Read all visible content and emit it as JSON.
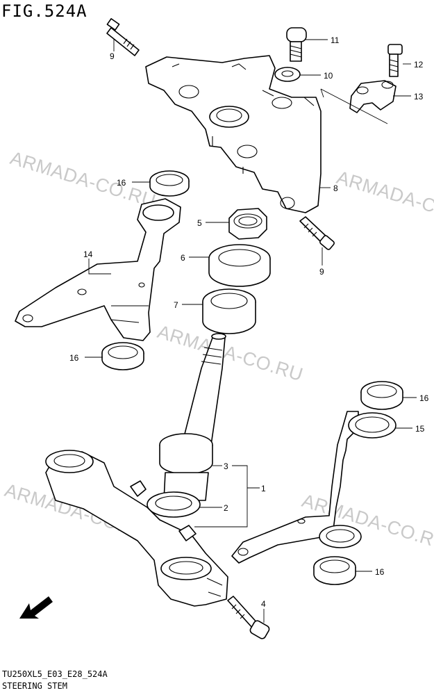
{
  "figure": {
    "title": "FIG.524A",
    "code": "TU250XL5_E03_E28_524A",
    "name": "STEERING STEM",
    "fwd_label": "FWD"
  },
  "watermarks": [
    "ARMADA-CO.RU",
    "ARMADA-CO.RU",
    "ARMADA-CO.RU",
    "ARMADA-CO.RU",
    "ARMADA-CO.RU"
  ],
  "callouts": [
    {
      "id": "9",
      "label": "9"
    },
    {
      "id": "11",
      "label": "11"
    },
    {
      "id": "10",
      "label": "10"
    },
    {
      "id": "12",
      "label": "12"
    },
    {
      "id": "13",
      "label": "13"
    },
    {
      "id": "8",
      "label": "8"
    },
    {
      "id": "16a",
      "label": "16"
    },
    {
      "id": "5",
      "label": "5"
    },
    {
      "id": "9b",
      "label": "9"
    },
    {
      "id": "6",
      "label": "6"
    },
    {
      "id": "14",
      "label": "14"
    },
    {
      "id": "7",
      "label": "7"
    },
    {
      "id": "16b",
      "label": "16"
    },
    {
      "id": "16c",
      "label": "16"
    },
    {
      "id": "15",
      "label": "15"
    },
    {
      "id": "3",
      "label": "3"
    },
    {
      "id": "1",
      "label": "1"
    },
    {
      "id": "2",
      "label": "2"
    },
    {
      "id": "16d",
      "label": "16"
    },
    {
      "id": "4",
      "label": "4"
    }
  ]
}
